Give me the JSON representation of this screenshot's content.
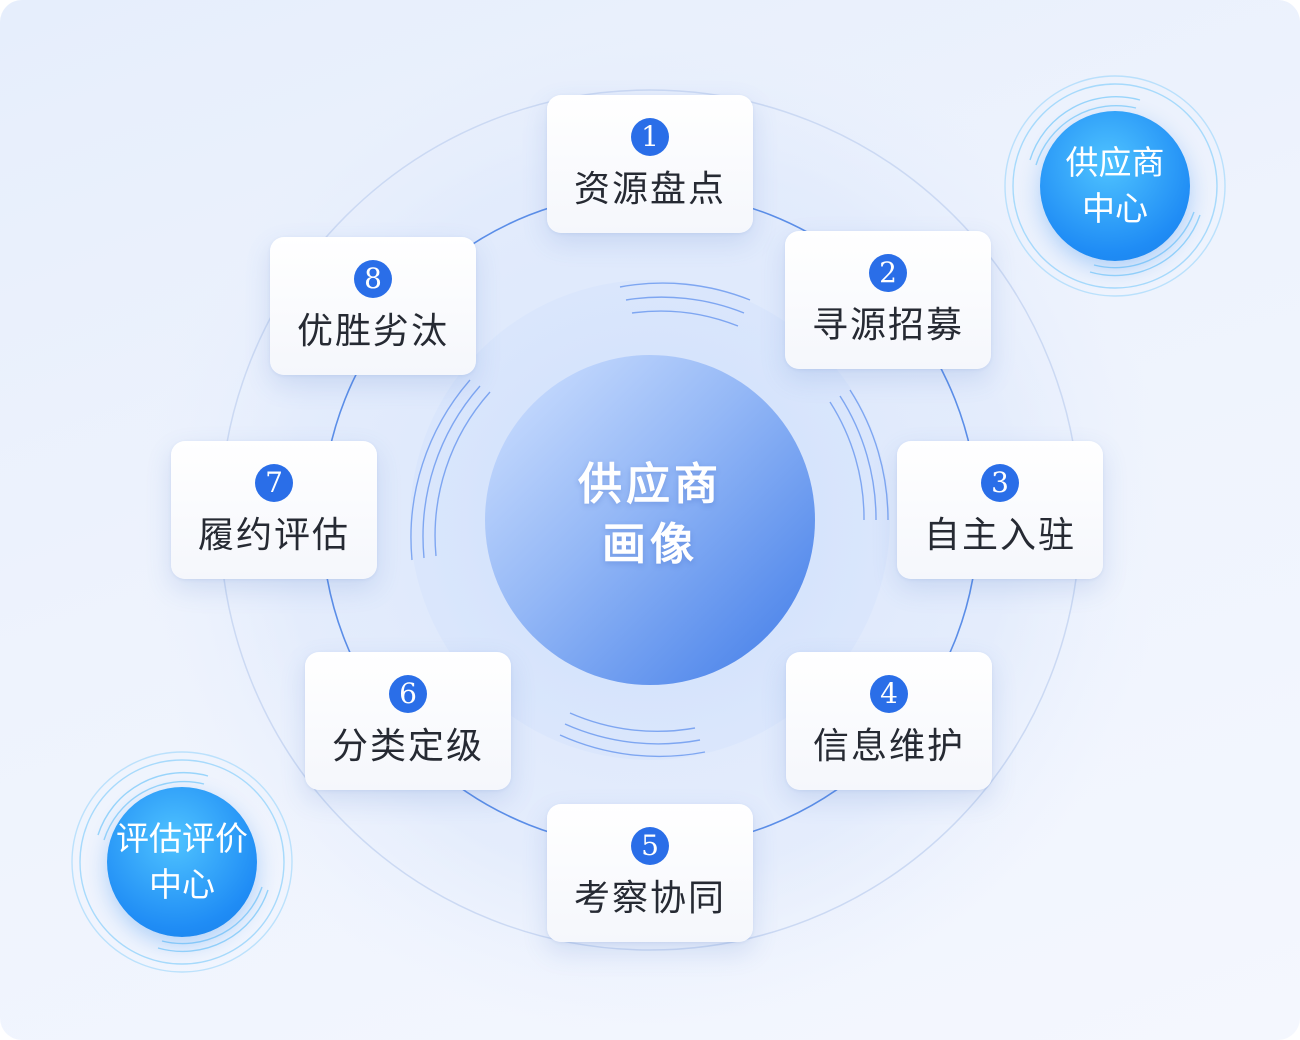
{
  "center": {
    "line1": "供应商",
    "line2": "画像"
  },
  "steps": [
    {
      "number": "1",
      "label": "资源盘点"
    },
    {
      "number": "2",
      "label": "寻源招募"
    },
    {
      "number": "3",
      "label": "自主入驻"
    },
    {
      "number": "4",
      "label": "信息维护"
    },
    {
      "number": "5",
      "label": "考察协同"
    },
    {
      "number": "6",
      "label": "分类定级"
    },
    {
      "number": "7",
      "label": "履约评估"
    },
    {
      "number": "8",
      "label": "优胜劣汰"
    }
  ],
  "badges": {
    "supplier_center": {
      "line1": "供应商",
      "line2": "中心"
    },
    "evaluation_center": {
      "line1": "评估评价",
      "line2": "中心"
    }
  },
  "colors": {
    "accent": "#2a6ee8",
    "badge": "#1f8cf5",
    "center_gradient_start": "#cfe0ff",
    "center_gradient_end": "#3f7be8",
    "label_text": "#262a33"
  }
}
